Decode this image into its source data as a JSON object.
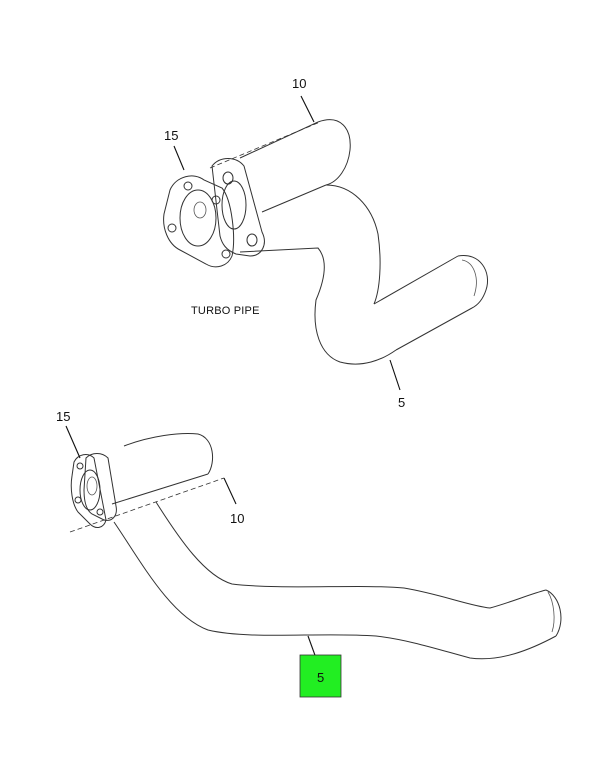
{
  "diagram": {
    "upper_assembly": {
      "caption": "TURBO PIPE",
      "callouts": {
        "flange_bolt": "10",
        "gasket": "15",
        "pipe": "5"
      }
    },
    "lower_assembly": {
      "callouts": {
        "gasket": "15",
        "flange_bolt": "10",
        "pipe": "5"
      },
      "highlight_color": "#22ee22"
    }
  }
}
